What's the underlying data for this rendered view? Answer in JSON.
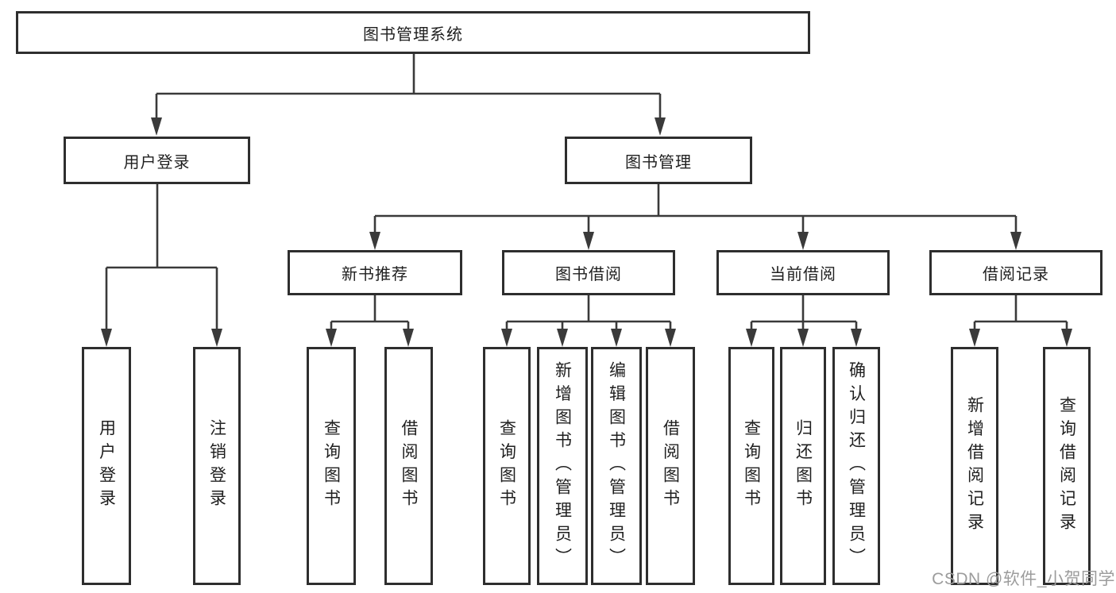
{
  "tree": {
    "root": "图书管理系统",
    "children": [
      {
        "label": "用户登录",
        "children": [
          {
            "label": "用户登录"
          },
          {
            "label": "注销登录"
          }
        ]
      },
      {
        "label": "图书管理",
        "children": [
          {
            "label": "新书推荐",
            "children": [
              {
                "label": "查询图书"
              },
              {
                "label": "借阅图书"
              }
            ]
          },
          {
            "label": "图书借阅",
            "children": [
              {
                "label": "查询图书"
              },
              {
                "label": "新增图书（管理员）"
              },
              {
                "label": "编辑图书（管理员）"
              },
              {
                "label": "借阅图书"
              }
            ]
          },
          {
            "label": "当前借阅",
            "children": [
              {
                "label": "查询图书"
              },
              {
                "label": "归还图书"
              },
              {
                "label": "确认归还（管理员）"
              }
            ]
          },
          {
            "label": "借阅记录",
            "children": [
              {
                "label": "新增借阅记录"
              },
              {
                "label": "查询借阅记录"
              }
            ]
          }
        ]
      }
    ]
  },
  "watermark": {
    "text": "CSDN @软件_小贺同学"
  },
  "colors": {
    "line": "#3a3a3a",
    "border": "#2e2e2e",
    "text": "#1f1f1f",
    "bg": "#ffffff",
    "watermark": "#9c9c9c"
  }
}
